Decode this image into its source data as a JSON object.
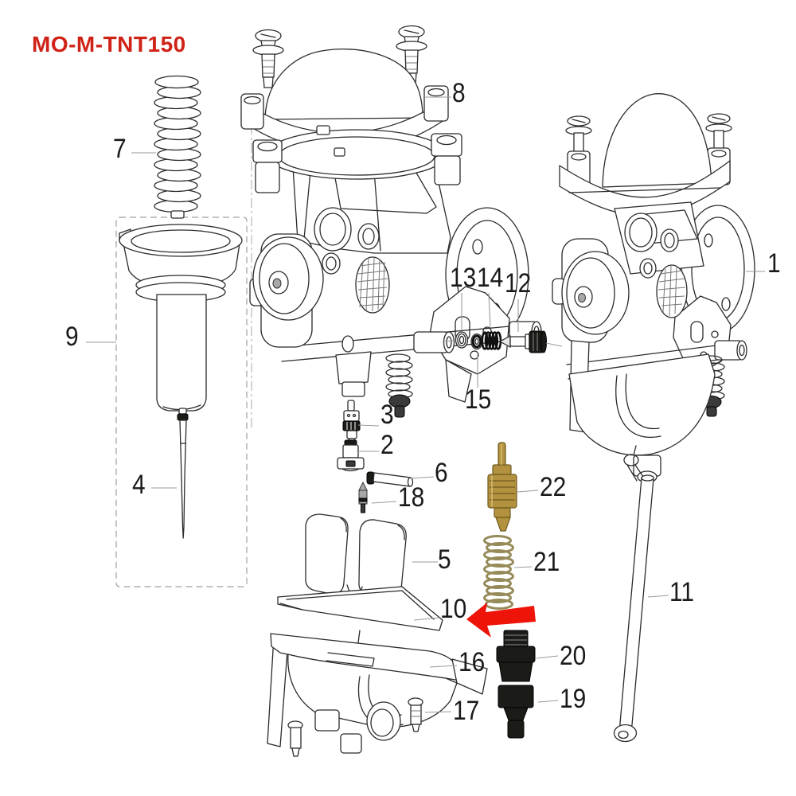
{
  "title": "MO-M-TNT150",
  "colors": {
    "title": "#d02318",
    "arrow": "#ee1409",
    "brass": "#b3923f",
    "brass_dark": "#6f5a1e",
    "brass_light": "#e2c87e",
    "spring_olive": "#958a58",
    "black_part": "#1b1b18",
    "black_part_stroke": "#000000",
    "line": "#2b2b2b",
    "leader": "#9a9a9a",
    "label_text": "#1a1a1a"
  },
  "parts": {
    "1": "1",
    "2": "2",
    "3": "3",
    "4": "4",
    "5": "5",
    "6": "6",
    "7": "7",
    "8": "8",
    "9": "9",
    "10": "10",
    "11": "11",
    "12": "12",
    "13": "13",
    "14": "14",
    "15": "15",
    "16": "16",
    "17": "17",
    "18": "18",
    "19": "19",
    "20": "20",
    "21": "21",
    "22": "22"
  }
}
